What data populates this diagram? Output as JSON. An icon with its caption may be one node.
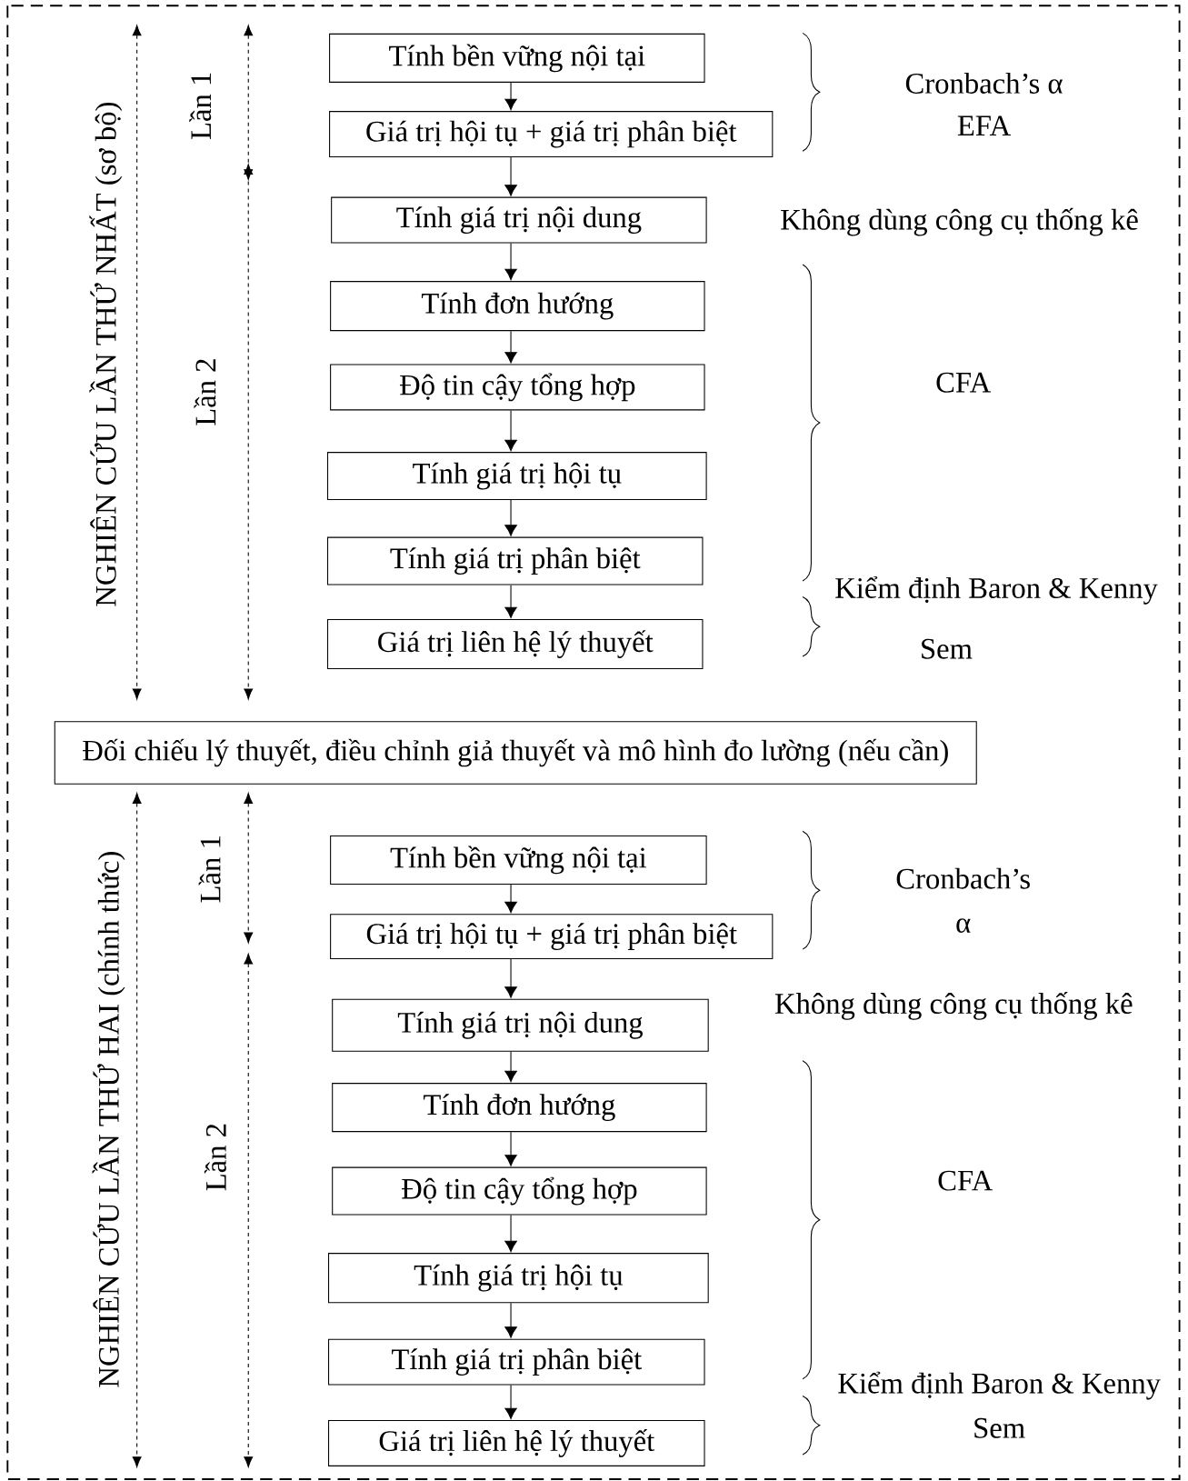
{
  "diagram": {
    "nodes": [
      {
        "text": [
          "Tính bền vững nội tại"
        ]
      },
      {
        "text": [
          "Giá trị hội tụ + giá trị phân biệt"
        ]
      },
      {
        "text": [
          "Tính giá trị nội dung"
        ]
      },
      {
        "text": [
          "Tính đơn hướng"
        ]
      },
      {
        "text": [
          "Độ tin cậy tổng hợp"
        ]
      },
      {
        "text": [
          "Tính giá trị hội tụ"
        ]
      },
      {
        "text": [
          "Tính giá trị phân biệt"
        ]
      },
      {
        "text": [
          "Giá trị liên hệ lý thuyết"
        ]
      },
      {
        "text": [
          "Đối chiếu lý thuyết, điều chỉnh giả thuyết và mô hình đo lường (nếu cần)"
        ]
      },
      {
        "text": [
          "Tính bền vững nội tại"
        ]
      },
      {
        "text": [
          "Giá trị hội tụ + giá trị phân biệt"
        ]
      },
      {
        "text": [
          "Tính giá trị nội dung"
        ]
      },
      {
        "text": [
          "Tính đơn hướng"
        ]
      },
      {
        "text": [
          "Độ tin cậy tổng hợp"
        ]
      },
      {
        "text": [
          "Tính giá trị hội tụ"
        ]
      },
      {
        "text": [
          "Tính giá trị phân biệt"
        ]
      },
      {
        "text": [
          "Giá trị liên hệ lý thuyết"
        ]
      }
    ],
    "edges": [
      {
        "from": 0,
        "to": 1,
        "arrow": "to"
      },
      {
        "from": 1,
        "to": 2,
        "arrow": "to"
      },
      {
        "from": 2,
        "to": 3,
        "arrow": "to"
      },
      {
        "from": 3,
        "to": 4,
        "arrow": "to"
      },
      {
        "from": 4,
        "to": 5,
        "arrow": "to"
      },
      {
        "from": 5,
        "to": 6,
        "arrow": "to"
      },
      {
        "from": 6,
        "to": 7,
        "arrow": "to"
      },
      {
        "from": 9,
        "to": 10,
        "arrow": "to"
      },
      {
        "from": 10,
        "to": 11,
        "arrow": "to"
      },
      {
        "from": 11,
        "to": 12,
        "arrow": "to"
      },
      {
        "from": 12,
        "to": 13,
        "arrow": "to"
      },
      {
        "from": 13,
        "to": 14,
        "arrow": "to"
      },
      {
        "from": 14,
        "to": 15,
        "arrow": "to"
      },
      {
        "from": 15,
        "to": 16,
        "arrow": "to"
      }
    ],
    "labels": [
      "NGHIÊN CỨU LẦN THỨ NHẤT (sơ bộ)",
      "Lần 1",
      "Lần 2",
      "Cronbach’s α",
      "EFA",
      "Không dùng công cụ thống kê",
      "CFA",
      "Kiểm định Baron & Kenny",
      "Sem",
      "NGHIÊN CỨU LẦN THỨ HAI (chính thức)",
      "Lần 1",
      "Lần 2",
      "Cronbach’s",
      "α",
      "Không dùng công cụ thống kê",
      "CFA",
      "Kiểm định Baron & Kenny",
      "Sem"
    ]
  }
}
